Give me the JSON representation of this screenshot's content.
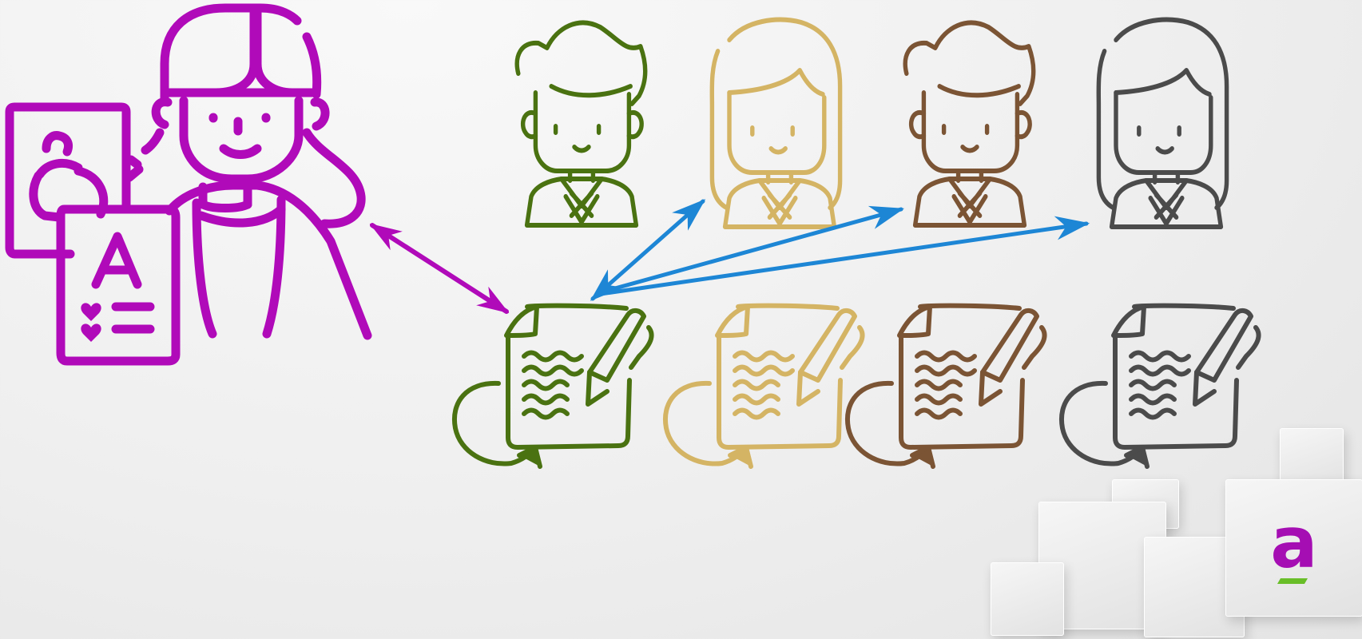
{
  "colors": {
    "teacher": "#b00ab9",
    "arrow_blue": "#1d86d5",
    "student_green": "#4a7211",
    "student_gold": "#d4b464",
    "student_brown": "#7b5434",
    "student_gray": "#4b4b4b",
    "logo_purple": "#a50eb3",
    "logo_green": "#69be28"
  },
  "teacher": {
    "icon": "teacher-with-graded-test-icon",
    "paper_letter": "A"
  },
  "students": [
    {
      "icon": "boy-student-icon",
      "color_key": "student_green"
    },
    {
      "icon": "girl-student-icon",
      "color_key": "student_gold"
    },
    {
      "icon": "boy-student-icon",
      "color_key": "student_brown"
    },
    {
      "icon": "girl-student-icon",
      "color_key": "student_gray"
    }
  ],
  "documents": [
    {
      "icon": "document-pencil-icon",
      "loop": "self-review-loop-icon",
      "color_key": "student_green"
    },
    {
      "icon": "document-pencil-icon",
      "loop": "self-review-loop-icon",
      "color_key": "student_gold"
    },
    {
      "icon": "document-pencil-icon",
      "loop": "self-review-loop-icon",
      "color_key": "student_brown"
    },
    {
      "icon": "document-pencil-icon",
      "loop": "self-review-loop-icon",
      "color_key": "student_gray"
    }
  ],
  "arrows": [
    {
      "from": "teacher",
      "to": "document-1",
      "style": "bidirectional",
      "color_key": "teacher"
    },
    {
      "from": "document-1",
      "to": "student-2",
      "style": "bidirectional",
      "color_key": "arrow_blue"
    },
    {
      "from": "document-1",
      "to": "student-3",
      "style": "one-way",
      "color_key": "arrow_blue"
    },
    {
      "from": "document-1",
      "to": "student-4",
      "style": "one-way",
      "color_key": "arrow_blue"
    }
  ],
  "logo": {
    "text": "a",
    "icon": "brand-logo-icon"
  }
}
